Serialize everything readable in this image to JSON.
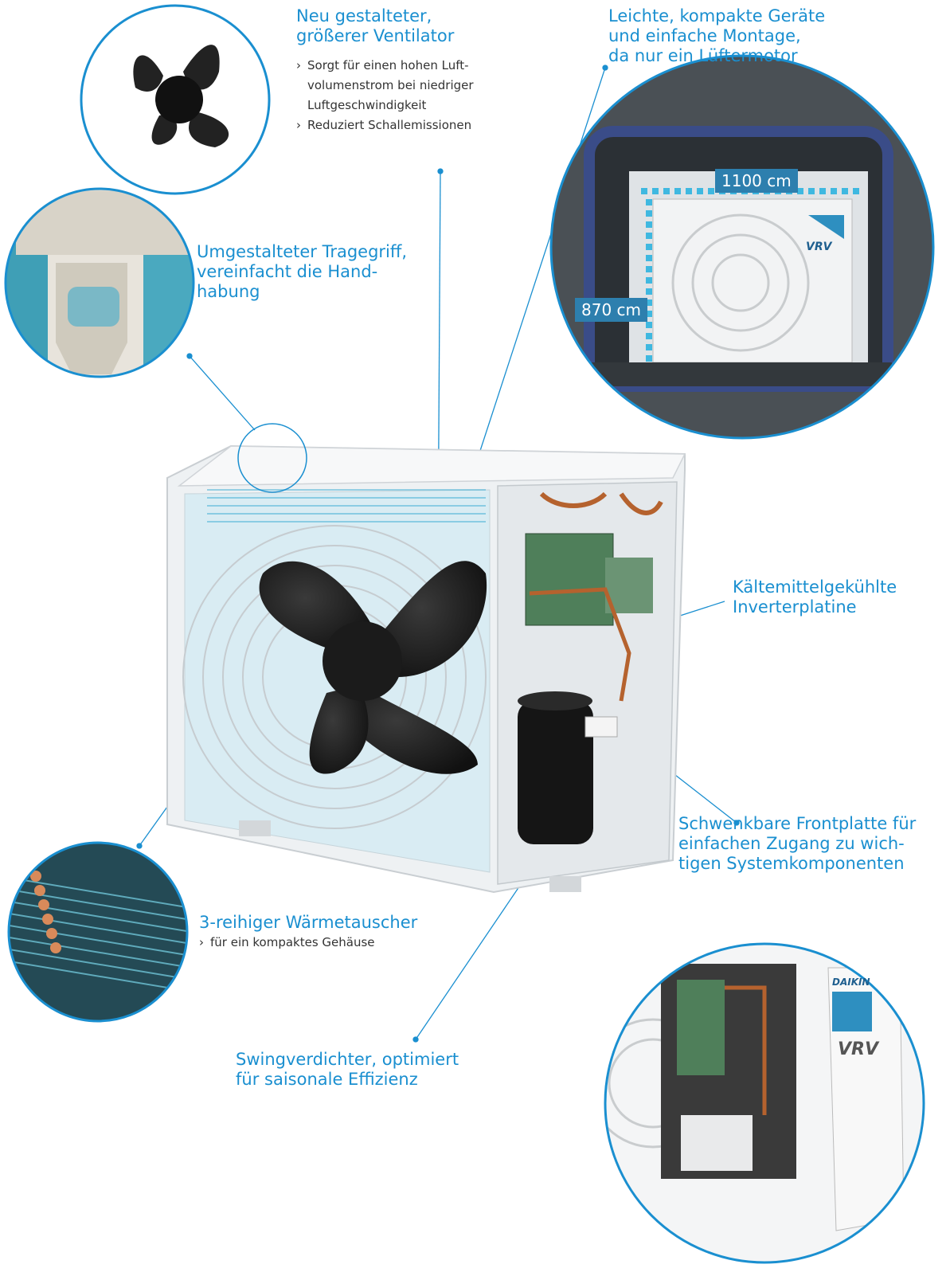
{
  "callouts": {
    "fan": {
      "title": "Neu gestalteter,\ngrößerer Ventilator",
      "bullets": [
        "Sorgt für einen hohen Luft-\nvolumenstrom bei niedriger\nLuftgeschwindigkeit",
        "Reduziert Schallemissionen"
      ]
    },
    "compact": {
      "title": "Leichte, kompakte Geräte\nund einfache Montage,\nda nur ein Lüftermotor"
    },
    "handle": {
      "title": "Umgestalteter Tragegriff,\nvereinfacht die Hand-\nhabung"
    },
    "inverter": {
      "title": "Kältemittelgekühlte\nInverterplatine"
    },
    "panel": {
      "title": "Schwenkbare Frontplatte für\neinfachen Zugang zu wich-\ntigen Systemkomponenten"
    },
    "exchanger": {
      "title": "3-reihiger Wärmetauscher",
      "bullets": [
        "für ein kompaktes Gehäuse"
      ]
    },
    "compressor": {
      "title": "Swingverdichter, optimiert\nfür saisonale Effizienz"
    }
  },
  "dimensions": {
    "width": "1100 cm",
    "height": "870 cm"
  },
  "logos": {
    "brand": "DAIKIN",
    "product": "VRV"
  },
  "colors": {
    "accent": "#1a8fd0",
    "circle_border": "#1a8fd0",
    "dimension_bg": "#2d7fae"
  }
}
